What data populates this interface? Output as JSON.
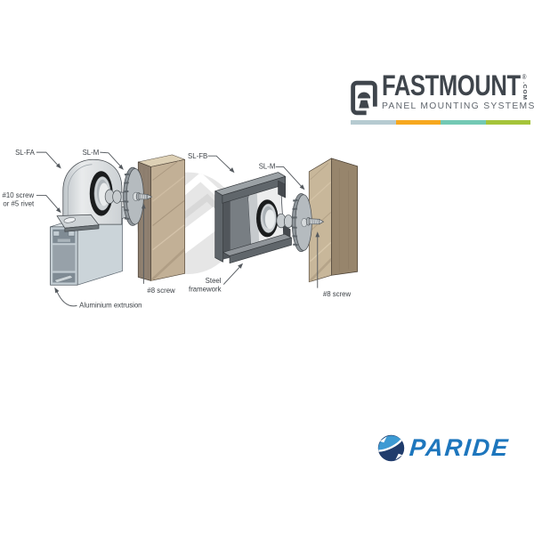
{
  "fastmount_logo": {
    "name": "FASTMOUNT",
    "registered_mark": "®",
    "domain_suffix": ".COM",
    "tagline": "PANEL MOUNTING SYSTEMS",
    "bar_colors": [
      "#b6cbd1",
      "#f7a81f",
      "#73c9b4",
      "#a5c43a"
    ]
  },
  "paride_logo": {
    "name": "PARIDE",
    "text_color": "#1d76bd",
    "icon_light_blue": "#3d9ad3",
    "icon_navy": "#203c6c"
  },
  "diagram": {
    "left_assembly": {
      "clip_label": "SL-FA",
      "stud_label": "SL-M",
      "fastener_label_line1": "#10 screw",
      "fastener_label_line2": "or #5 rivet",
      "panel_screw_label": "#8 screw",
      "mount_label": "Aluminium extrusion"
    },
    "right_assembly": {
      "clip_label": "SL-FB",
      "stud_label": "SL-M",
      "mount_label_line1": "Steel",
      "mount_label_line2": "framework",
      "panel_screw_label": "#8 screw"
    }
  },
  "colors": {
    "wood_face": "#c2b096",
    "wood_edge": "#8d7e6e",
    "aluminium": "#c3cdd3",
    "steel": "#60666b",
    "label_text": "#3c4146",
    "watermark": "#e6e6e6"
  }
}
